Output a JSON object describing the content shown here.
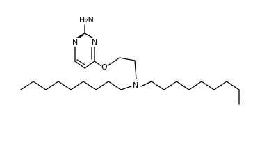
{
  "molecule": {
    "atoms": [
      {
        "id": "nh2",
        "symbol": "NH2",
        "text": "H₂N"
      },
      {
        "id": "n1",
        "symbol": "N",
        "text": "N"
      },
      {
        "id": "n3",
        "symbol": "N",
        "text": "N"
      },
      {
        "id": "o",
        "symbol": "O",
        "text": "O"
      },
      {
        "id": "n_amine",
        "symbol": "N",
        "text": "N"
      }
    ]
  },
  "colors": {
    "bond": "#000000",
    "text": "#000000",
    "background": "#ffffff"
  }
}
